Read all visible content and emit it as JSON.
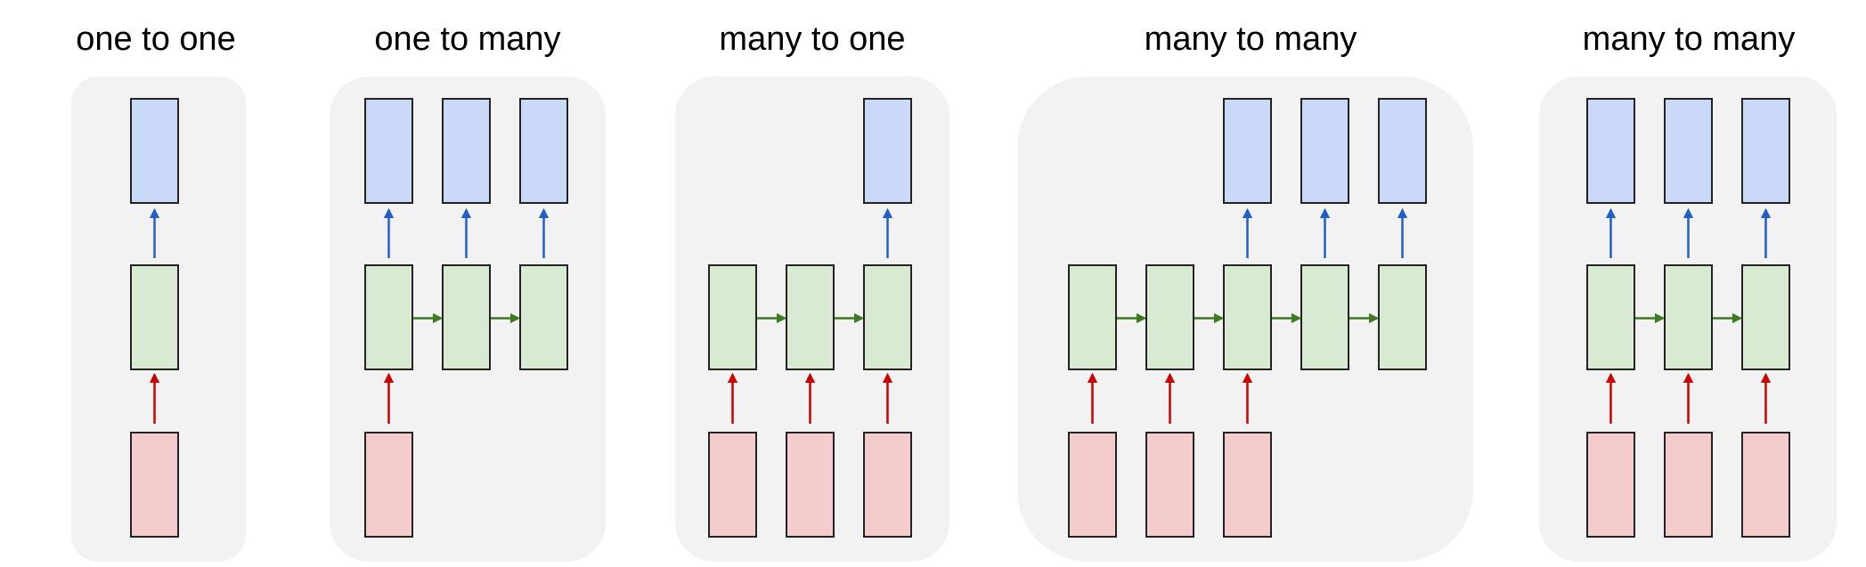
{
  "diagram": {
    "colors": {
      "background": "#ffffff",
      "panel": "#f2f2f2",
      "output_box": "#c9d9f7",
      "hidden_box": "#d9ead3",
      "input_box": "#f4cccc",
      "box_border": "#222222",
      "output_arrow": "#1f5fcc",
      "recurrent_arrow": "#3d7a22",
      "input_arrow": "#cc0000",
      "title_text": "#000000"
    },
    "panels": [
      {
        "title": "one to one",
        "columns": 1,
        "inputs": [
          0
        ],
        "hidden": [
          0
        ],
        "outputs": [
          0
        ]
      },
      {
        "title": "one to many",
        "columns": 3,
        "inputs": [
          0
        ],
        "hidden": [
          0,
          1,
          2
        ],
        "outputs": [
          0,
          1,
          2
        ]
      },
      {
        "title": "many to one",
        "columns": 3,
        "inputs": [
          0,
          1,
          2
        ],
        "hidden": [
          0,
          1,
          2
        ],
        "outputs": [
          2
        ]
      },
      {
        "title": "many to many",
        "columns": 5,
        "inputs": [
          0,
          1,
          2
        ],
        "hidden": [
          0,
          1,
          2,
          3,
          4
        ],
        "outputs": [
          2,
          3,
          4
        ]
      },
      {
        "title": "many to many",
        "columns": 3,
        "inputs": [
          0,
          1,
          2
        ],
        "hidden": [
          0,
          1,
          2
        ],
        "outputs": [
          0,
          1,
          2
        ]
      }
    ]
  }
}
